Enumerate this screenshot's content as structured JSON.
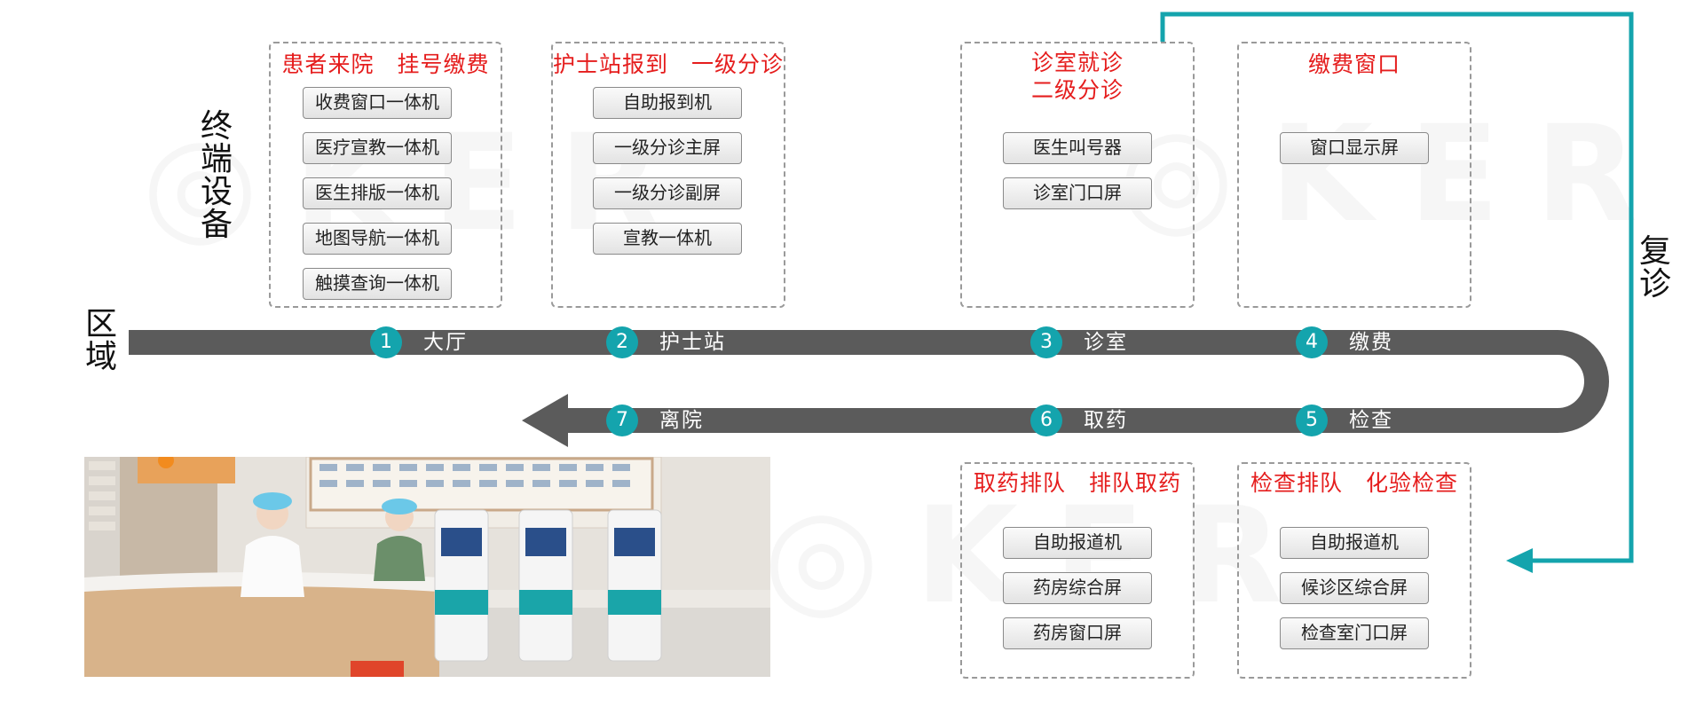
{
  "side_labels": {
    "terminal": [
      "终",
      "端",
      "设",
      "备"
    ],
    "area": [
      "区",
      "域"
    ],
    "revisit": [
      "复",
      "诊"
    ]
  },
  "boxes": [
    {
      "title": [
        "患者来院　挂号缴费"
      ],
      "items": [
        "收费窗口一体机",
        "医疗宣教一体机",
        "医生排版一体机",
        "地图导航一体机",
        "触摸查询一体机"
      ]
    },
    {
      "title": [
        "护士站报到　一级分诊"
      ],
      "items": [
        "自助报到机",
        "一级分诊主屏",
        "一级分诊副屏",
        "宣教一体机"
      ]
    },
    {
      "title": [
        "诊室就诊",
        "二级分诊"
      ],
      "items": [
        "医生叫号器",
        "诊室门口屏"
      ]
    },
    {
      "title": [
        "缴费窗口"
      ],
      "items": [
        "窗口显示屏"
      ]
    },
    {
      "title": [
        "取药排队　排队取药"
      ],
      "items": [
        "自助报道机",
        "药房综合屏",
        "药房窗口屏"
      ]
    },
    {
      "title": [
        "检查排队　化验检查"
      ],
      "items": [
        "自助报道机",
        "候诊区综合屏",
        "检查室门口屏"
      ]
    }
  ],
  "stages": [
    {
      "num": "1",
      "label": "大厅"
    },
    {
      "num": "2",
      "label": "护士站"
    },
    {
      "num": "3",
      "label": "诊室"
    },
    {
      "num": "4",
      "label": "缴费"
    },
    {
      "num": "5",
      "label": "检查"
    },
    {
      "num": "6",
      "label": "取药"
    },
    {
      "num": "7",
      "label": "离院"
    }
  ],
  "colors": {
    "accent": "#14a4ad",
    "title_red": "#e51d1d",
    "track": "#5b5b5b"
  }
}
